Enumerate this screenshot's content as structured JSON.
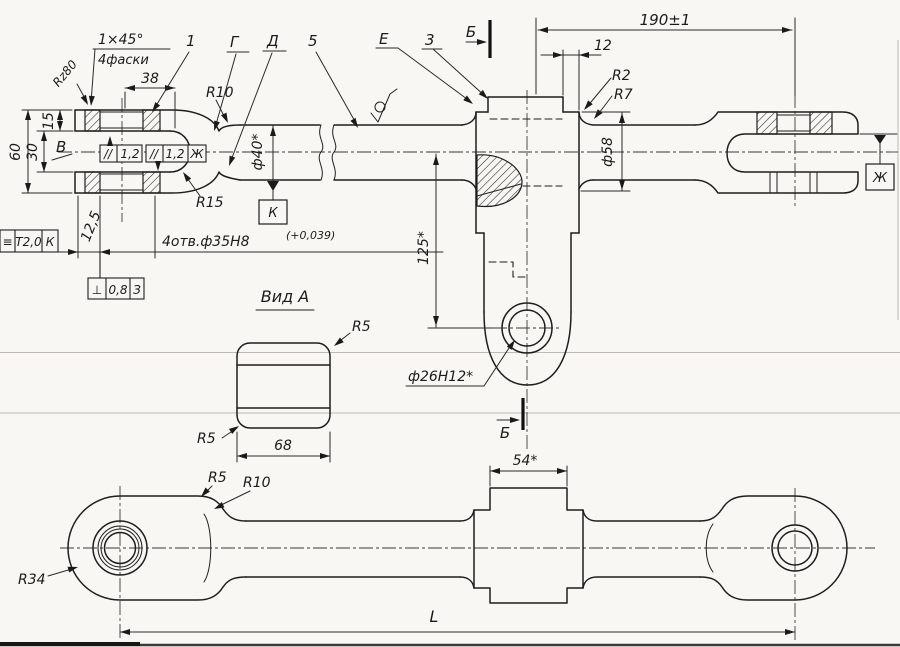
{
  "drawing": {
    "top_view": {
      "notes": {
        "chamfer_size": "1×45°",
        "chamfer_count": "4фаски",
        "roughness": "Rz80",
        "holes_note": "4отв.ф35Н8",
        "holes_tolerance": "(+0,039)"
      },
      "callouts": {
        "item1": "1",
        "surface_g": "Г",
        "surface_d": "Д",
        "item5": "5",
        "surface_e": "Е",
        "surface_z": "3"
      },
      "dims": {
        "d38": "38",
        "d190": "190±1",
        "d12": "12",
        "d12_5": "12,5",
        "d60": "60",
        "d30": "30",
        "d15": "15",
        "dia40": "ф40*",
        "d125": "125*",
        "dia26": "ф26Н12*",
        "dia58": "ф58"
      },
      "radii": {
        "r10": "R10",
        "r15": "R15",
        "r2": "R2",
        "r7": "R7"
      },
      "datums": {
        "v": "В",
        "k": "К",
        "zh": "Ж"
      },
      "section": "Б",
      "frames": {
        "par1": {
          "symbol": "//",
          "value": "1,2"
        },
        "par2": {
          "symbol": "//",
          "value": "1,2",
          "datum": "Ж"
        },
        "symmetry": {
          "symbol": "≡",
          "value": "Т2,0",
          "datum": "К"
        },
        "perpendicularity": {
          "symbol": "⊥",
          "value": "0,8",
          "datum": "З"
        }
      }
    },
    "view_a": {
      "title": "Вид А",
      "radius_top": "R5",
      "radius_bottom": "R5",
      "width": "68"
    },
    "bottom_view": {
      "r5": "R5",
      "r10": "R10",
      "r34": "R34",
      "d54": "54*",
      "length": "L",
      "section": "Б"
    }
  }
}
